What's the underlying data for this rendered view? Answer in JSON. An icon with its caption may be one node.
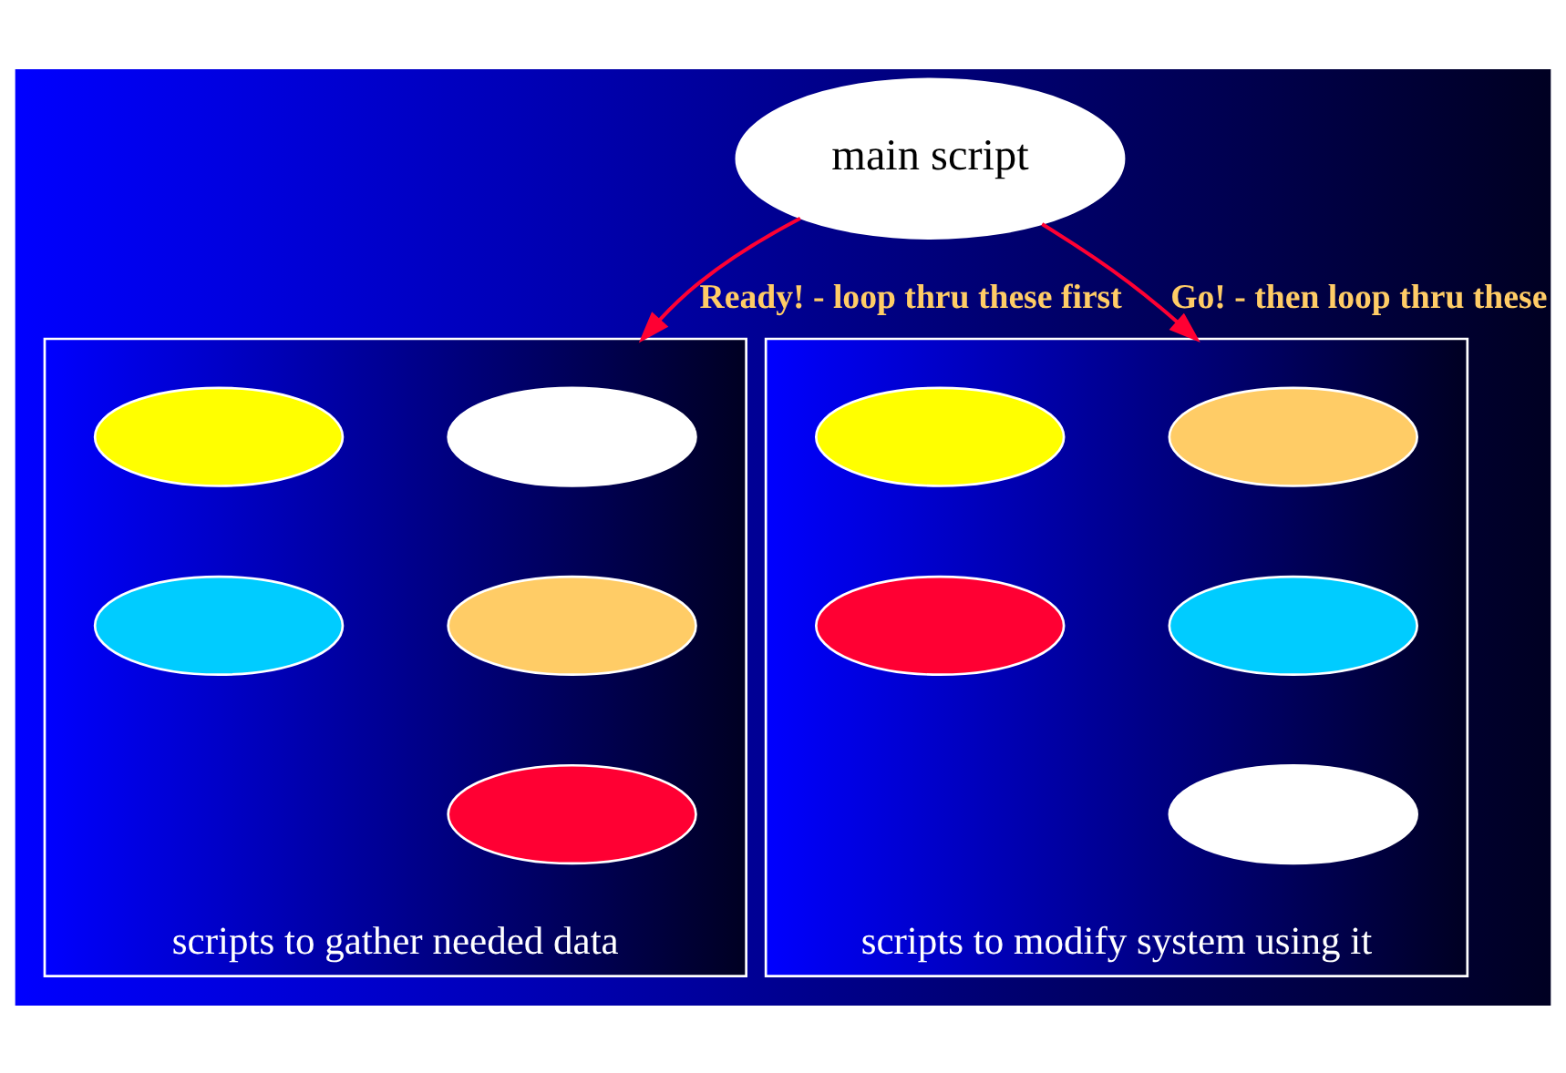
{
  "diagram": {
    "nodes": [
      {
        "text": [
          "main script"
        ]
      },
      {
        "text": [
          "scripts to gather needed data"
        ]
      },
      {
        "text": [],
        "shape": "ellipse",
        "in": 1
      },
      {
        "text": [],
        "shape": "ellipse",
        "in": 1
      },
      {
        "text": [],
        "shape": "ellipse",
        "in": 1
      },
      {
        "text": [],
        "shape": "ellipse",
        "in": 1
      },
      {
        "text": [],
        "shape": "ellipse",
        "in": 1
      },
      {
        "text": [
          "scripts to modify system using it"
        ]
      },
      {
        "text": [],
        "shape": "ellipse",
        "in": 7
      },
      {
        "text": [],
        "shape": "ellipse",
        "in": 7
      },
      {
        "text": [],
        "shape": "ellipse",
        "in": 7
      },
      {
        "text": [],
        "shape": "ellipse",
        "in": 7
      },
      {
        "text": [],
        "shape": "ellipse",
        "in": 7
      }
    ],
    "edges": [
      {
        "from": 0,
        "to": 1,
        "arrow": "to",
        "label": "Ready! - loop thru these first"
      },
      {
        "from": 0,
        "to": 7,
        "arrow": "to",
        "label": "Go! - then loop thru these"
      }
    ]
  }
}
